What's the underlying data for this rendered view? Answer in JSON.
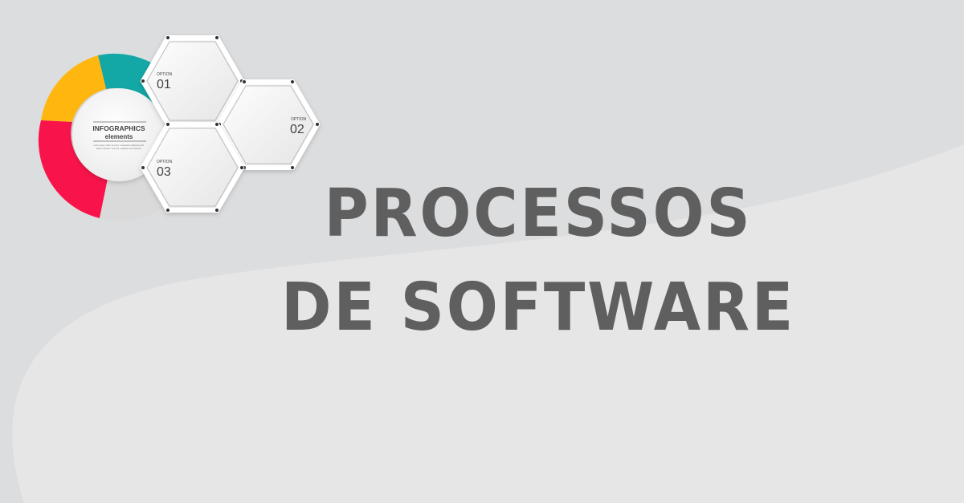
{
  "headline": {
    "line1": "PROCESSOS",
    "line2": "DE SOFTWARE"
  },
  "infographic": {
    "title": "INFOGRAPHICS",
    "subtitle": "elements",
    "caption_line1": "Lorem ipsum dolor sit amet, consectetur adipiscing elit.",
    "caption_line2": "Etiam nascetur mus sed, a aliquam leo pharetra.",
    "options": [
      {
        "label": "OPTION",
        "number": "01"
      },
      {
        "label": "OPTION",
        "number": "02"
      },
      {
        "label": "OPTION",
        "number": "03"
      }
    ],
    "ring_colors": {
      "teal": "#13a8a6",
      "yellow": "#ffb70f",
      "red": "#f8144a",
      "grey": "#dadada"
    }
  },
  "colors": {
    "background": "#dcdddf",
    "wave": "#e6e6e7",
    "headline": "#5f5f5f"
  }
}
